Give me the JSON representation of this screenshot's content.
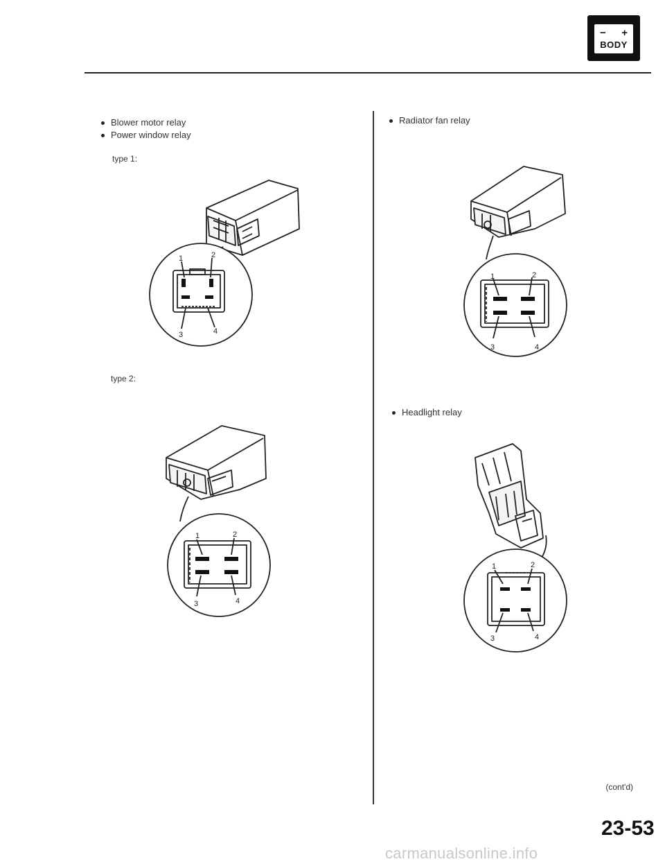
{
  "header": {
    "badge_minus": "−",
    "badge_plus": "+",
    "badge_label": "BODY"
  },
  "left": {
    "bullets": [
      "Blower motor relay",
      "Power window relay"
    ],
    "type1_label": "type 1:",
    "type2_label": "type 2:"
  },
  "right": {
    "radiator_label": "Radiator fan relay",
    "headlight_label": "Headlight relay"
  },
  "terminals": [
    "1",
    "2",
    "3",
    "4"
  ],
  "footer": {
    "contd": "(cont'd)",
    "page_number": "23-53",
    "watermark": "carmanualsonline.info"
  }
}
